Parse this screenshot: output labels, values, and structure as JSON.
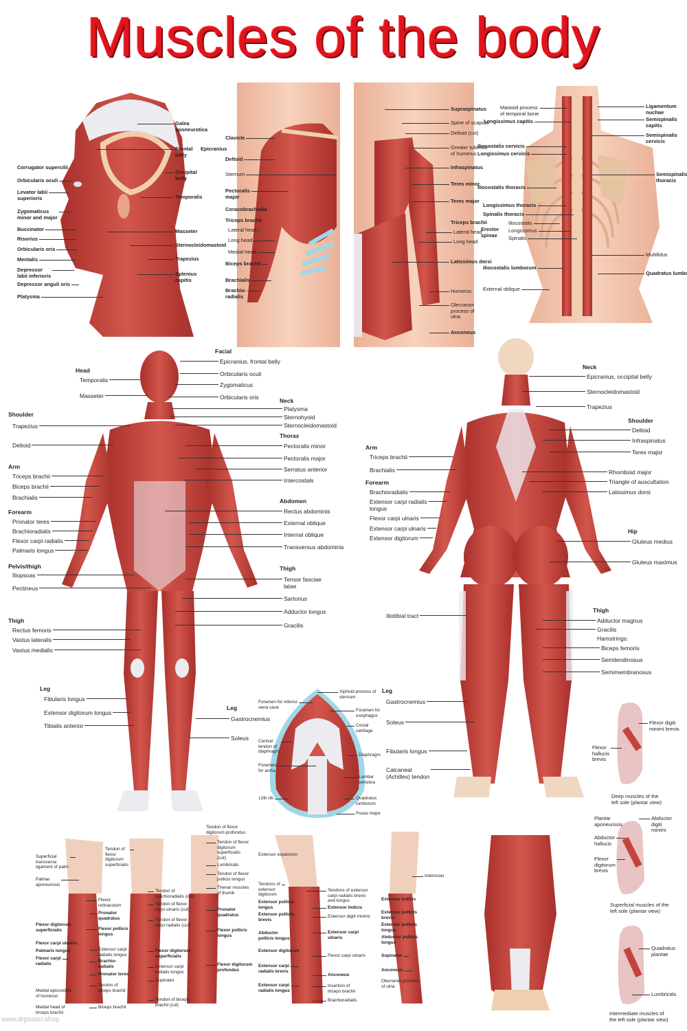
{
  "title": "Muscles of the body",
  "watermark": "www.drposter.shop",
  "colors": {
    "title": "#e0141c",
    "muscle": "#c4443c",
    "tendon": "#e8e6ec",
    "bone": "#f0cfae",
    "skin": "#f4c9b0",
    "cartilage": "#9fd8e6"
  },
  "head": {
    "labels": [
      "Corrugator supercilii",
      "Orbicularis oculi",
      "Levator labii\nsuperioris",
      "Zygomaticus\nminor and major",
      "Buccinator",
      "Risorius",
      "Orbicularis oris",
      "Mentalis",
      "Depressor\nlabii inferioris",
      "Depressor anguli oris",
      "Platysma",
      "Galea\naponeurotica",
      "Frontal\nbelly",
      "Occipital\nbelly",
      "Epicranius",
      "Temporalis",
      "Masseter",
      "Sternocleidomastoid",
      "Trapezius",
      "Splenius\ncapitis"
    ]
  },
  "chest": {
    "labels": [
      "Clavicle",
      "Deltoid",
      "Sternum",
      "Pectoralis\nmajor",
      "Coracobrachialis",
      "Triceps brachii",
      "Lateral head",
      "Long head",
      "Medial head",
      "Biceps brachii",
      "Brachialis",
      "Brachio-\nradialis"
    ]
  },
  "back_arm": {
    "labels": [
      "Supraspinatus",
      "Spine of scapula",
      "Deltoid (cut)",
      "Greater tubercle\nof humerus",
      "Infraspinatus",
      "Teres minor",
      "Teres major",
      "Triceps brachii",
      "Lateral head",
      "Long head",
      "Latissimus dorsi",
      "Humerus",
      "Olecranon\nprocess of\nulna",
      "Anconeus"
    ]
  },
  "spine": {
    "labels": [
      "Mastoid process\nof temporal bone",
      "Longissimus capitis",
      "Iliocostalis cervicis",
      "Longissimus cervicis",
      "Iliocostalis thoracis",
      "Longissimus thoracis",
      "Spinalis thoracis",
      "Erector\nspinae",
      "Iliocostalis",
      "Longissimus",
      "Spinalis",
      "Iliocostalis lumborum",
      "External oblique",
      "Ligamentum\nnuchae",
      "Semispinalis\ncapitis",
      "Semispinalis\ncervicis",
      "Semispinalis\nthoracis",
      "Multifidus",
      "Quadratus lumborum"
    ]
  },
  "anterior": {
    "headings": [
      "Facial",
      "Head",
      "Neck",
      "Thorax",
      "Abdomen",
      "Thigh",
      "Shoulder",
      "Arm",
      "Forearm",
      "Pelvis/thigh",
      "Thigh",
      "Leg",
      "Leg"
    ],
    "labels": [
      "Epicranius, frontal belly",
      "Orbicularis oculi",
      "Zygomaticus",
      "Orbicularis oris",
      "Temporalis",
      "Masseter",
      "Platysma",
      "Sternohyoid",
      "Sternocleidomastoid",
      "Pectoralis minor",
      "Pectoralis major",
      "Serratus anterior",
      "Intercostals",
      "Rectus abdominis",
      "External oblique",
      "Internal oblique",
      "Transversus abdominis",
      "Tensor fasciae\nlatae",
      "Sartorius",
      "Adductor longus",
      "Gracilis",
      "Trapezius",
      "Deltoid",
      "Triceps brachii",
      "Biceps brachii",
      "Brachialis",
      "Pronator teres",
      "Brachioradialis",
      "Flexor carpi radialis",
      "Palmaris longus",
      "Iliopsoas",
      "Pectineus",
      "Rectus femoris",
      "Vastus lateralis",
      "Vastus medialis",
      "Fibularis longus",
      "Extensor digitorum longus",
      "Tibialis anterior",
      "Gastrocnemius",
      "Soleus"
    ]
  },
  "posterior": {
    "headings": [
      "Neck",
      "Shoulder",
      "Hip",
      "Arm",
      "Forearm",
      "Thigh",
      "Leg"
    ],
    "labels": [
      "Epicranius, occipital belly",
      "Sternocleidomastoid",
      "Trapezius",
      "Deltoid",
      "Infraspinatus",
      "Teres major",
      "Rhomboid major",
      "Triangle of auscultation",
      "Latissimus dorsi",
      "Gluteus medius",
      "Gluteus maximus",
      "Triceps brachii",
      "Brachialis",
      "Brachioradialis",
      "Extensor carpi radialis\nlongus",
      "Flexor carpi ulnaris",
      "Extensor carpi ulnaris",
      "Extensor digitorum",
      "Iliotibial tract",
      "Adductor magnus",
      "Gracilis",
      "Hamstrings:",
      "Biceps femoris",
      "Semitendinosus",
      "Semimembranosus",
      "Gastrocnemius",
      "Soleus",
      "Fibularis longus",
      "Calcaneal\n(Achilles) tendon"
    ]
  },
  "diaphragm": {
    "labels": [
      "Xiphoid process of sternum",
      "Foramen for inferior\nvena cava",
      "Foramen for\nesophagus",
      "Costal cartilage",
      "Central\ntendon of\ndiaphragm",
      "Diaphragm",
      "Foramen\nfor aorta",
      "Lumbar\nvertebra",
      "12th rib",
      "Quadratus\nlumborum",
      "Psoas major"
    ]
  },
  "feet": {
    "labels": [
      "Flexor digiti\nminimi brevis",
      "Flexor\nhallucis\nbrevis",
      "Deep muscles of the\nleft sole (plantar view)",
      "Plantar\naponeurosis",
      "Abductor\ndigiti\nminimi",
      "Abductor\nhallucis",
      "Flexor\ndigitorum\nbrevis",
      "Superficial muscles of the\nleft sole (plantar view)",
      "Quadratus\nplantae",
      "Lumbricals",
      "Intermediate muscles of\nthe left sole (plantar view)"
    ]
  },
  "forearms": {
    "labels": [
      "Superficial\ntransverse\nligament of palm",
      "Palmar\naponeurosis",
      "Flexor\nretinaculum",
      "Pronator\nquadratus",
      "Flexor digitorum\nsuperficialis",
      "Flexor pollicis\nlongus",
      "Flexor carpi ulnaris",
      "Palmaris longus",
      "Flexor carpi\nradialis",
      "Extensor carpi\nradialis longus",
      "Brachio-\nradialis",
      "Pronator teres",
      "Tendon of\nbiceps brachii",
      "Medial epicondyle\nof humerus",
      "Medial head of\ntriceps brachii",
      "Biceps brachii",
      "Tendon of\nflexor\ndigitorum\nsuperficialis",
      "Tendon of\nbrachioradialis (cut)",
      "Tendon of flexor\ncarpi ulnaris (cut)",
      "Tendon of flexor\ncarpi radialis (cut)",
      "Flexor digitorum\nsuperficialis",
      "Extensor carpi\nradialis longus",
      "Supinator",
      "Tendon of biceps\nbrachii (cut)",
      "Tendon of flexor\ndigitorum profundus",
      "Tendon of flexor\ndigitorum superficialis\n(cut)",
      "Lumbricals",
      "Tendon of flexor\npollicis longus",
      "Thenar muscles\nof thumb",
      "Pronator quadratus",
      "Flexor pollicis\nlongus",
      "Flexor digitorum\nprofundus"
    ]
  },
  "extensors": {
    "labels": [
      "Extensor expansion",
      "Tendons of\nextensor\ndigitorum",
      "Tendons of extensor\ncarpi radialis brevis\nand longus",
      "Extensor pollicis\nlongus",
      "Extensor indicis",
      "Extensor pollicis\nbrevis",
      "Extensor digiti minimi",
      "Abductor\npollicis longus",
      "Extensor carpi\nulnaris",
      "Extensor digitorum",
      "Flexor carpi ulnaris",
      "Extensor carpi\nradialis brevis",
      "Anconeus",
      "Extensor carpi\nradialis longus",
      "Insertion of\ntriceps brachii",
      "Brachioradialis",
      "Interossei",
      "Extensor indicis",
      "Extensor pollicis\nbrevis",
      "Extensor pollicis\nlongus",
      "Abductor pollicis\nlongus",
      "Supinator",
      "Anconeus",
      "Olecranon process\nof ulna"
    ]
  }
}
